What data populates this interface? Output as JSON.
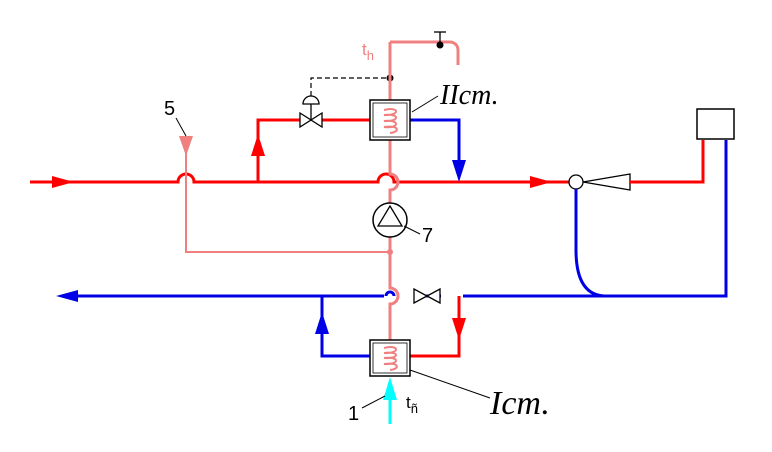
{
  "labels": {
    "t_hot": "t",
    "t_hot_sub": "h",
    "t_cold": "t",
    "t_cold_sub": "ñ",
    "stage2": "IIст.",
    "stage1": "Iст.",
    "num1": "1",
    "num5": "5",
    "num7": "7"
  },
  "colors": {
    "supply": "#ff0000",
    "return": "#0000e6",
    "dhw": "#f08080",
    "cold_water": "#00ffff",
    "line": "#000000"
  }
}
